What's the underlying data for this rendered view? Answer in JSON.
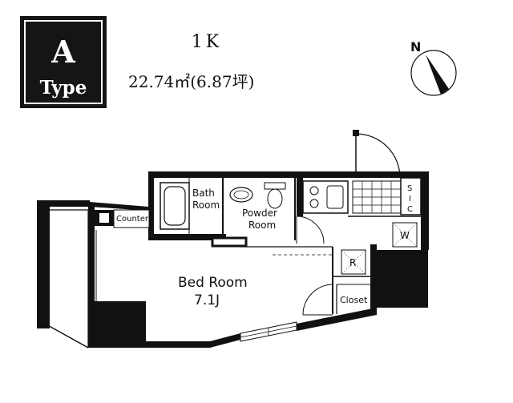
{
  "type_badge": {
    "letter": "A",
    "word": "Type"
  },
  "plan": {
    "layout": "1K",
    "area": "22.74㎡(6.87坪)"
  },
  "compass": {
    "north_label": "N"
  },
  "rooms": {
    "bath_line1": "Bath",
    "bath_line2": "Room",
    "powder_line1": "Powder",
    "powder_line2": "Room",
    "counter": "Counter",
    "sic_1": "S",
    "sic_2": "I",
    "sic_3": "C",
    "washer": "W",
    "refrigerator": "R",
    "closet": "Closet",
    "bedroom_name": "Bed Room",
    "bedroom_size": "7.1J"
  }
}
